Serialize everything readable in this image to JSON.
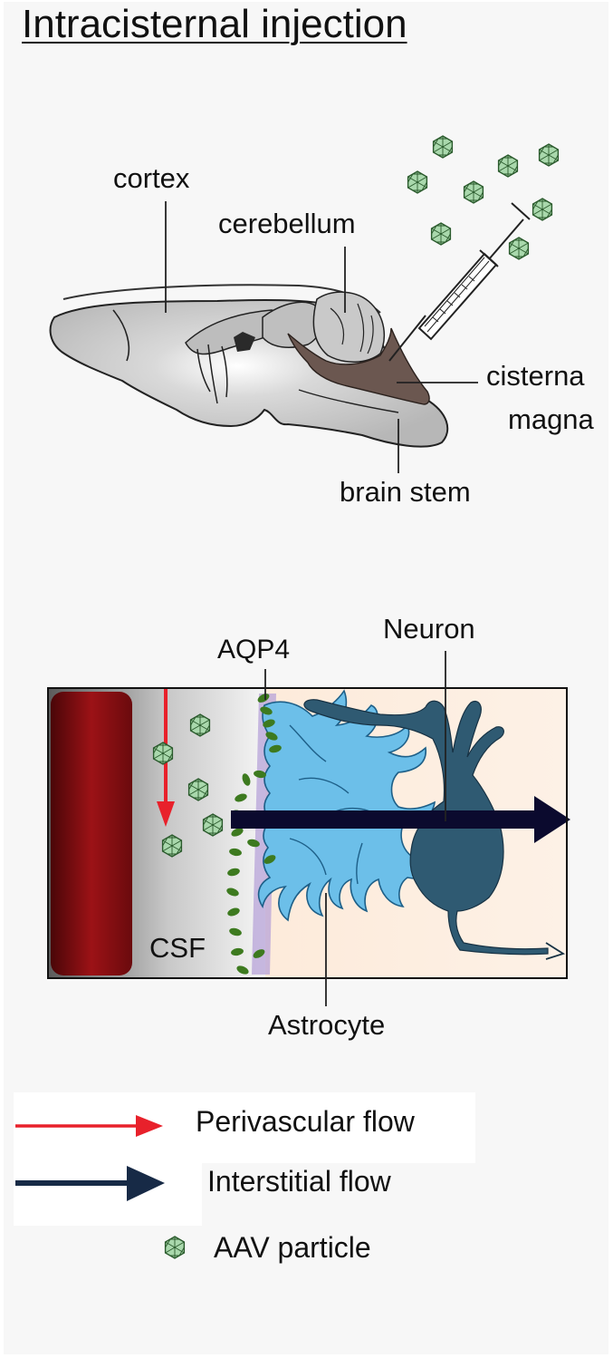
{
  "title": "Intracisternal injection",
  "brain_labels": {
    "cortex": "cortex",
    "cerebellum": "cerebellum",
    "cisterna": "cisterna",
    "magna": "magna",
    "brain_stem": "brain stem"
  },
  "tissue_labels": {
    "aqp4": "AQP4",
    "neuron": "Neuron",
    "csf": "CSF",
    "astrocyte": "Astrocyte"
  },
  "legend": {
    "perivascular": "Perivascular flow",
    "interstitial": "Interstitial flow",
    "aav": "AAV particle"
  },
  "colors": {
    "perivascular_arrow": "#e8212b",
    "interstitial_arrow": "#172a46",
    "vessel": "#8b1014",
    "astrocyte": "#6cbfe9",
    "neuron": "#2f5a72",
    "aqp4": "#3d7a1f",
    "aav_fill": "#a9d8ac",
    "brain": "#c4c4c4",
    "cisterna": "#6b5750"
  }
}
